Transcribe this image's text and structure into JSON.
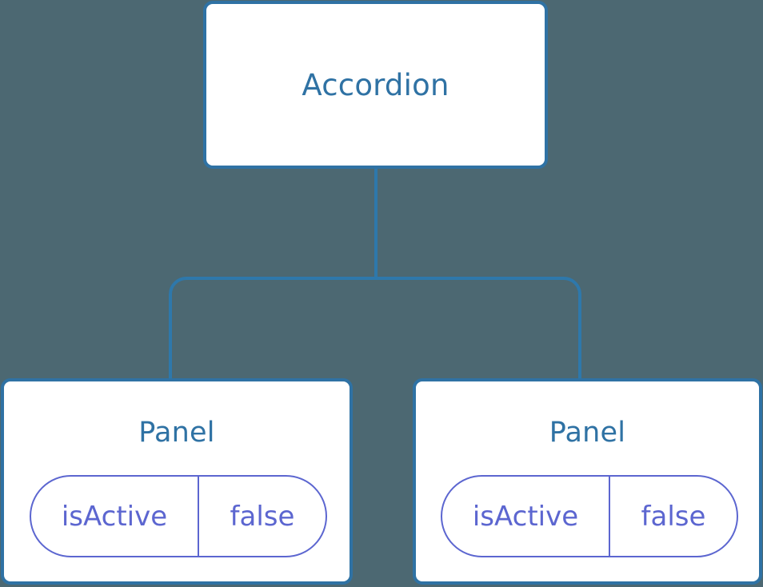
{
  "diagram": {
    "type": "component-tree",
    "background_color": "#4c6872",
    "node_border_color": "#2f72a4",
    "node_fill_color": "#ffffff",
    "node_text_color": "#2f72a4",
    "edge_color": "#2e78ab",
    "prop_color": "#5c66d0",
    "root": {
      "label": "Accordion"
    },
    "children": [
      {
        "label": "Panel",
        "props": [
          {
            "key": "isActive",
            "value": "false"
          }
        ]
      },
      {
        "label": "Panel",
        "props": [
          {
            "key": "isActive",
            "value": "false"
          }
        ]
      }
    ],
    "edges": [
      {
        "from": "Accordion",
        "to": "Panel-1"
      },
      {
        "from": "Accordion",
        "to": "Panel-2"
      }
    ]
  }
}
